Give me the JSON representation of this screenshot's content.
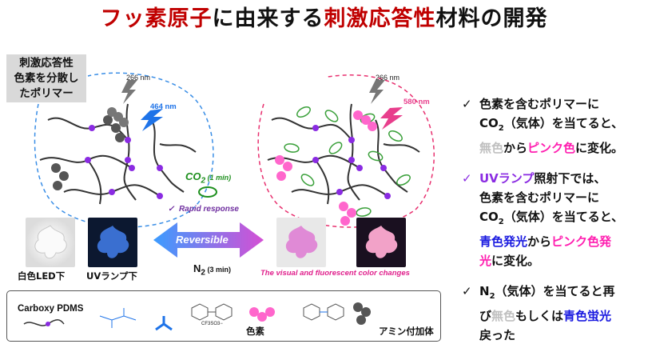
{
  "title": {
    "part1": "フッ素原子",
    "part2": "に由来する",
    "part3": "刺激応答性",
    "part4": "材料の開発"
  },
  "label_box": [
    "刺激応答性",
    "色素を分散し",
    "たポリマー"
  ],
  "uv_left": {
    "wavelength": "266 nm",
    "emission": "464 nm"
  },
  "uv_right": {
    "wavelength": "266 nm",
    "emission": "580 nm"
  },
  "center": {
    "co2": "CO",
    "co2_sub": "2",
    "co2_time": " (1 min)",
    "check": "✓",
    "rapid": "Rapid response",
    "reversible": "Reversible",
    "n2": "N",
    "n2_sub": "2",
    "n2_time": " (3 min)"
  },
  "photos": {
    "white_led": "白色LED下",
    "uv_lamp": "UVランプ下",
    "visual_caption": "The visual and fluorescent color changes"
  },
  "legend": {
    "carboxy": "Carboxy PDMS",
    "dye": "色素",
    "amine": "アミン付加体",
    "formula_label": "CF3SO3−"
  },
  "bullets": {
    "check": "✓",
    "b1_l1": "色素を含むポリマーに",
    "b1_l2a": "CO",
    "b1_l2sub": "2",
    "b1_l2b": "（気体）を当てると、",
    "b1_l3a": "無色",
    "b1_l3b": "から",
    "b1_l3c": "ピンク色",
    "b1_l3d": "に変化。",
    "b2_l1a": "UVランプ",
    "b2_l1b": "照射下では、",
    "b2_l2": "色素を含むポリマーに",
    "b2_l3a": "CO",
    "b2_l3sub": "2",
    "b2_l3b": "（気体）を当てると、",
    "b2_l4a": "青色発光",
    "b2_l4b": "から",
    "b2_l4c": "ピンク色発",
    "b2_l5a": "光",
    "b2_l5b": "に変化。",
    "b3_l1a": "N",
    "b3_l1sub": "2",
    "b3_l1b": "（気体）を当てると再",
    "b3_l2a": "び",
    "b3_l2b": "無色",
    "b3_l2c": "もしくは",
    "b3_l2d": "青色蛍光",
    "b3_l3": "戻った"
  },
  "colors": {
    "title_red": "#c00000",
    "title_green": "#1d8f1d",
    "blue_accent": "#1e73e8",
    "pink_accent": "#e83e8c",
    "dashed_blue": "#3a8ee6",
    "dashed_pink": "#e8306f"
  }
}
